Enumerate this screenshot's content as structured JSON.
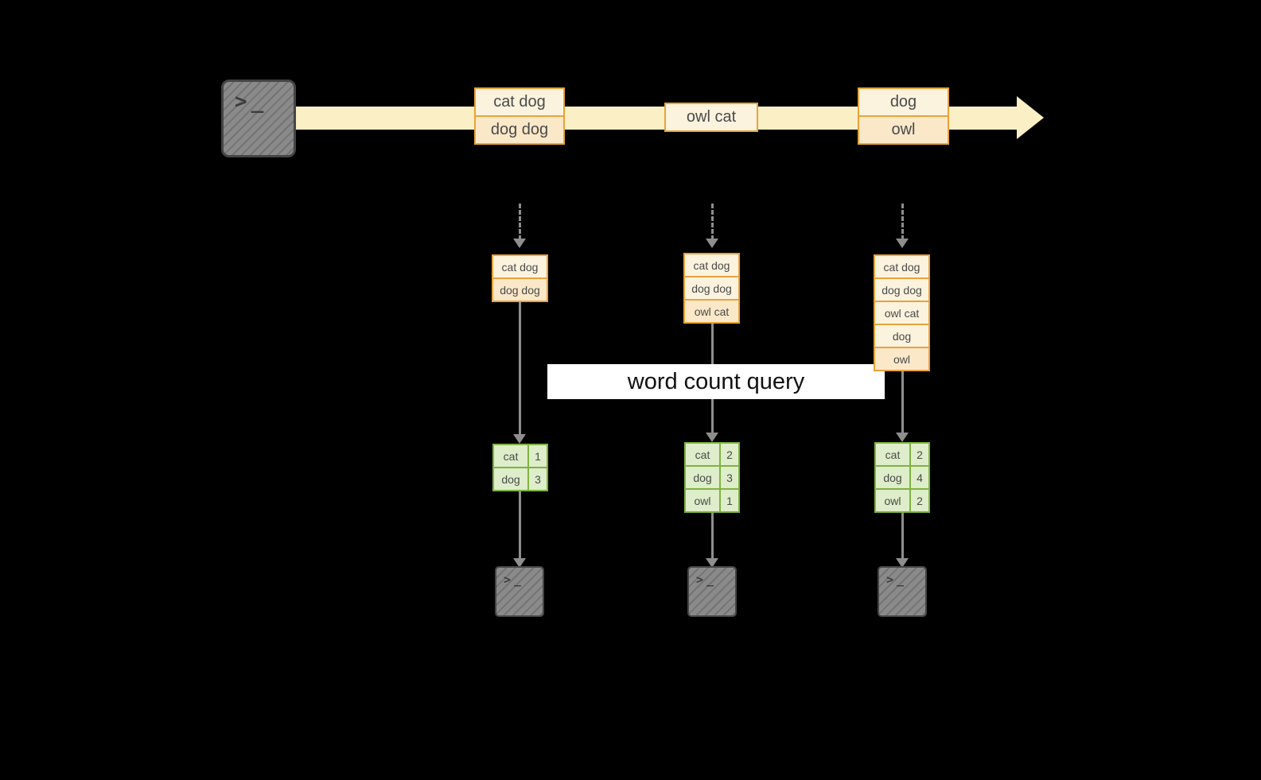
{
  "colors": {
    "background": "#000000",
    "band": "#FAEFC5",
    "orange_border": "#E8A23C",
    "orange_fill": "#FCF3DE",
    "orange_fill_strong": "#FAE8C8",
    "green_border": "#7FB241",
    "green_fill": "#DEEDCA",
    "arrow": "#8E8E8E",
    "banner_bg": "#FFFFFF",
    "banner_text": "#111111",
    "terminal_fill": "#8A8A8A",
    "terminal_ink": "#3C3C3C",
    "box_text": "#4A4A4A"
  },
  "icons": {
    "prompt": ">",
    "cursor": "_"
  },
  "timeline": {
    "batches": [
      {
        "lines": [
          "cat dog",
          "dog dog"
        ]
      },
      {
        "lines": [
          "owl cat"
        ]
      },
      {
        "lines": [
          "dog",
          "owl"
        ]
      }
    ]
  },
  "banner": {
    "label": "word count query"
  },
  "columns": [
    {
      "input_lines": [
        "cat dog",
        "dog dog"
      ],
      "result_rows": [
        [
          "cat",
          "1"
        ],
        [
          "dog",
          "3"
        ]
      ]
    },
    {
      "input_lines": [
        "cat dog",
        "dog dog",
        "owl cat"
      ],
      "result_rows": [
        [
          "cat",
          "2"
        ],
        [
          "dog",
          "3"
        ],
        [
          "owl",
          "1"
        ]
      ]
    },
    {
      "input_lines": [
        "cat dog",
        "dog dog",
        "owl cat",
        "dog",
        "owl"
      ],
      "result_rows": [
        [
          "cat",
          "2"
        ],
        [
          "dog",
          "4"
        ],
        [
          "owl",
          "2"
        ]
      ]
    }
  ]
}
